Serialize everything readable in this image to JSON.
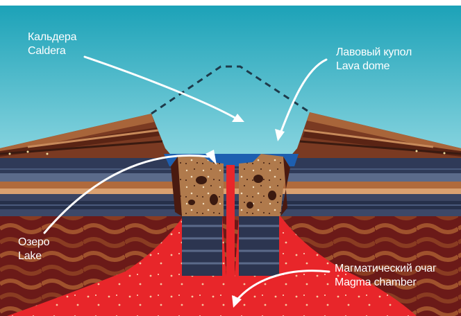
{
  "labels": {
    "caldera": {
      "ru": "Кальдера",
      "en": "Caldera"
    },
    "lava_dome": {
      "ru": "Лавовый купол",
      "en": "Lava dome"
    },
    "lake": {
      "ru": "Озеро",
      "en": "Lake"
    },
    "magma_chamber": {
      "ru": "Магматический очаг",
      "en": "Magma chamber"
    }
  },
  "colors": {
    "sky_top": "#1fa3b8",
    "sky_bottom": "#eaf6f7",
    "lake": "#1d5fb0",
    "magma": "#e8262a",
    "rock_dark": "#5a1414",
    "rock_brown": "#8a4a2a",
    "layer_blue": "#2c3550",
    "dome_fill": "#a8734a"
  }
}
